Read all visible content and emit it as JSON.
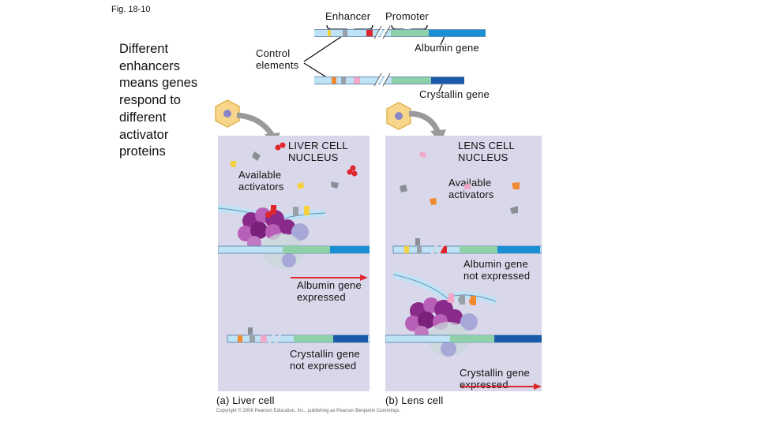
{
  "figure_label": "Fig. 18-10",
  "side_text": "Different enhancers means genes respond to different activator proteins",
  "top": {
    "enhancer_label": "Enhancer",
    "promoter_label": "Promoter",
    "albumin_gene": "Albumin gene",
    "control_elements": "Control elements",
    "crystallin_gene": "Crystallin gene"
  },
  "liver": {
    "nucleus_label": "LIVER CELL NUCLEUS",
    "available_activators": "Available activators",
    "albumin_status": "Albumin gene expressed",
    "crystallin_status": "Crystallin gene not expressed",
    "caption": "(a) Liver cell"
  },
  "lens": {
    "nucleus_label": "LENS CELL NUCLEUS",
    "available_activators": "Available activators",
    "albumin_status": "Albumin gene not expressed",
    "crystallin_status": "Crystallin gene expressed",
    "caption": "(b) Lens cell"
  },
  "copyright": "Copyright © 2008 Pearson Education, Inc., publishing as Pearson Benjamin Cummings.",
  "colors": {
    "panel_bg": "#d8d8ea",
    "dna_light": "#bfe3f5",
    "dna_blue": "#1a8fd4",
    "gene_green": "#8ed1a8",
    "control_red": "#e0262d",
    "control_yellow": "#f4d03f",
    "control_gray": "#9aa0a8",
    "control_pink": "#f3a7c8",
    "control_orange": "#f08a2e",
    "protein_purple": "#8a2a8a",
    "arrow_red": "#e0262d"
  }
}
